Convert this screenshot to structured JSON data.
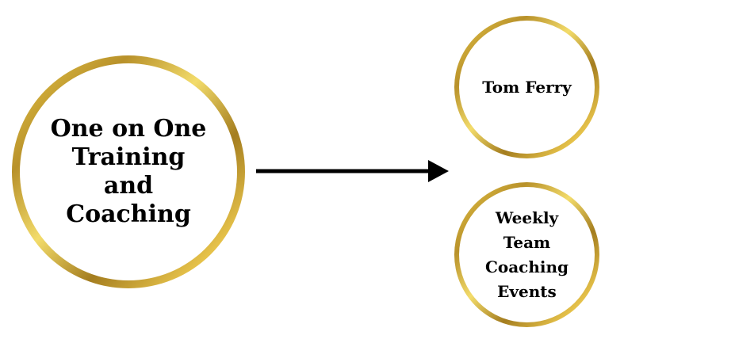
{
  "diagram": {
    "main_node": {
      "lines": [
        "One on One",
        "Training",
        "and",
        "Coaching"
      ]
    },
    "target_nodes": [
      {
        "lines": [
          "Tom Ferry"
        ]
      },
      {
        "lines": [
          "Weekly",
          "Team",
          "Coaching",
          "Events"
        ]
      }
    ],
    "colors": {
      "ring_gold": "#c9a235",
      "arrow": "#000000",
      "text": "#000000",
      "background": "#ffffff"
    }
  }
}
